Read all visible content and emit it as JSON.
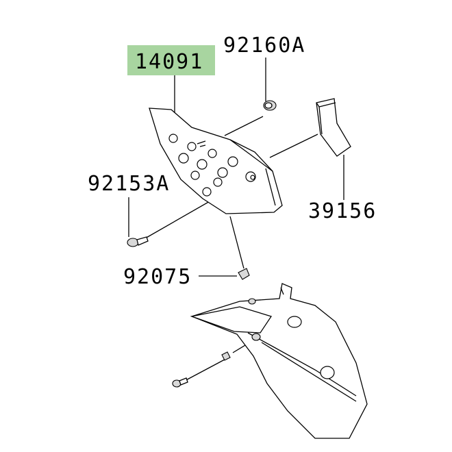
{
  "highlight_color": "#a8d5a0",
  "labels": {
    "part_14091": "14091",
    "part_92160A": "92160A",
    "part_92153A": "92153A",
    "part_39156": "39156",
    "part_92075": "92075"
  }
}
